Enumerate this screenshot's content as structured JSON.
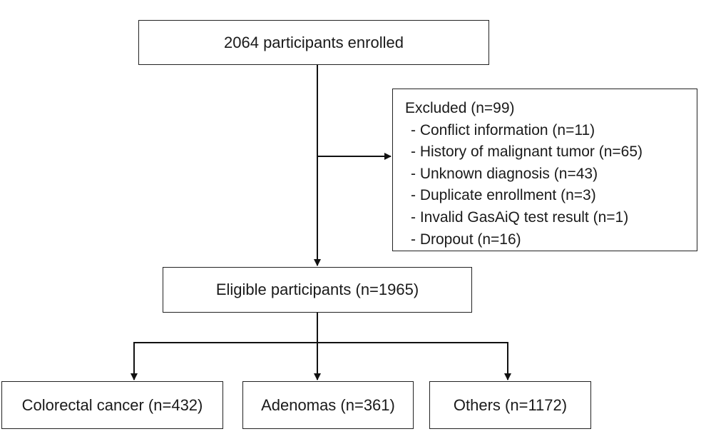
{
  "enrolled": {
    "label": "2064 participants enrolled"
  },
  "excluded": {
    "title": "Excluded (n=99)",
    "items": [
      "- Conflict information (n=11)",
      "- History of malignant tumor (n=65)",
      "- Unknown diagnosis (n=43)",
      "- Duplicate enrollment (n=3)",
      "- Invalid GasAiQ test result (n=1)",
      "- Dropout (n=16)"
    ]
  },
  "eligible": {
    "label": "Eligible participants (n=1965)"
  },
  "groups": [
    {
      "label": "Colorectal cancer (n=432)"
    },
    {
      "label": "Adenomas (n=361)"
    },
    {
      "label": "Others (n=1172)"
    }
  ]
}
